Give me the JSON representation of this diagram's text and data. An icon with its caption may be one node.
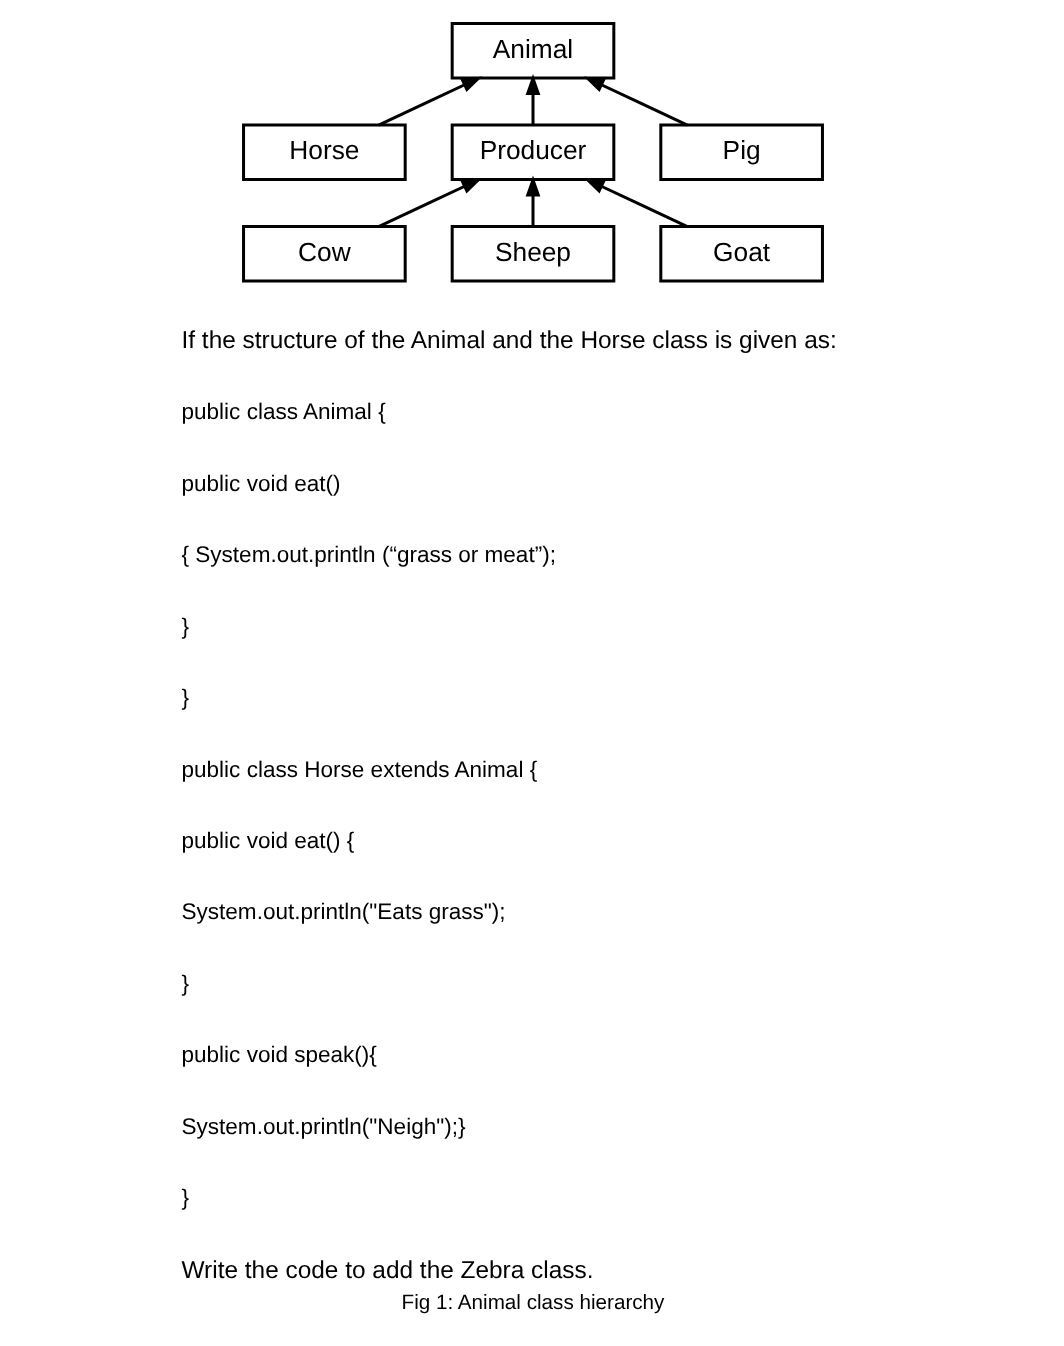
{
  "diagram": {
    "caption": "Fig 1: Animal class hierarchy",
    "nodes": [
      {
        "text": [
          "Animal"
        ]
      },
      {
        "text": [
          "Horse"
        ]
      },
      {
        "text": [
          "Producer"
        ]
      },
      {
        "text": [
          "Pig"
        ]
      },
      {
        "text": [
          "Cow"
        ]
      },
      {
        "text": [
          "Sheep"
        ]
      },
      {
        "text": [
          "Goat"
        ]
      }
    ],
    "edges": [
      {
        "from": 1,
        "to": 0,
        "arrow": "to"
      },
      {
        "from": 2,
        "to": 0,
        "arrow": "to"
      },
      {
        "from": 3,
        "to": 0,
        "arrow": "to"
      },
      {
        "from": 4,
        "to": 2,
        "arrow": "to"
      },
      {
        "from": 5,
        "to": 2,
        "arrow": "to"
      },
      {
        "from": 6,
        "to": 2,
        "arrow": "to"
      }
    ],
    "labels": [
      "If the structure of the Animal and the Horse class is given as:",
      "public class Animal {",
      "public void eat()",
      "{ System.out.println (“grass or meat”);",
      "}",
      "}",
      "public class Horse extends Animal {",
      "public void eat() {",
      "System.out.println(\"Eats grass\");",
      "}",
      "public void speak(){",
      "System.out.println(\"Neigh\");}",
      "}",
      "Write the code to add the Zebra class."
    ]
  }
}
